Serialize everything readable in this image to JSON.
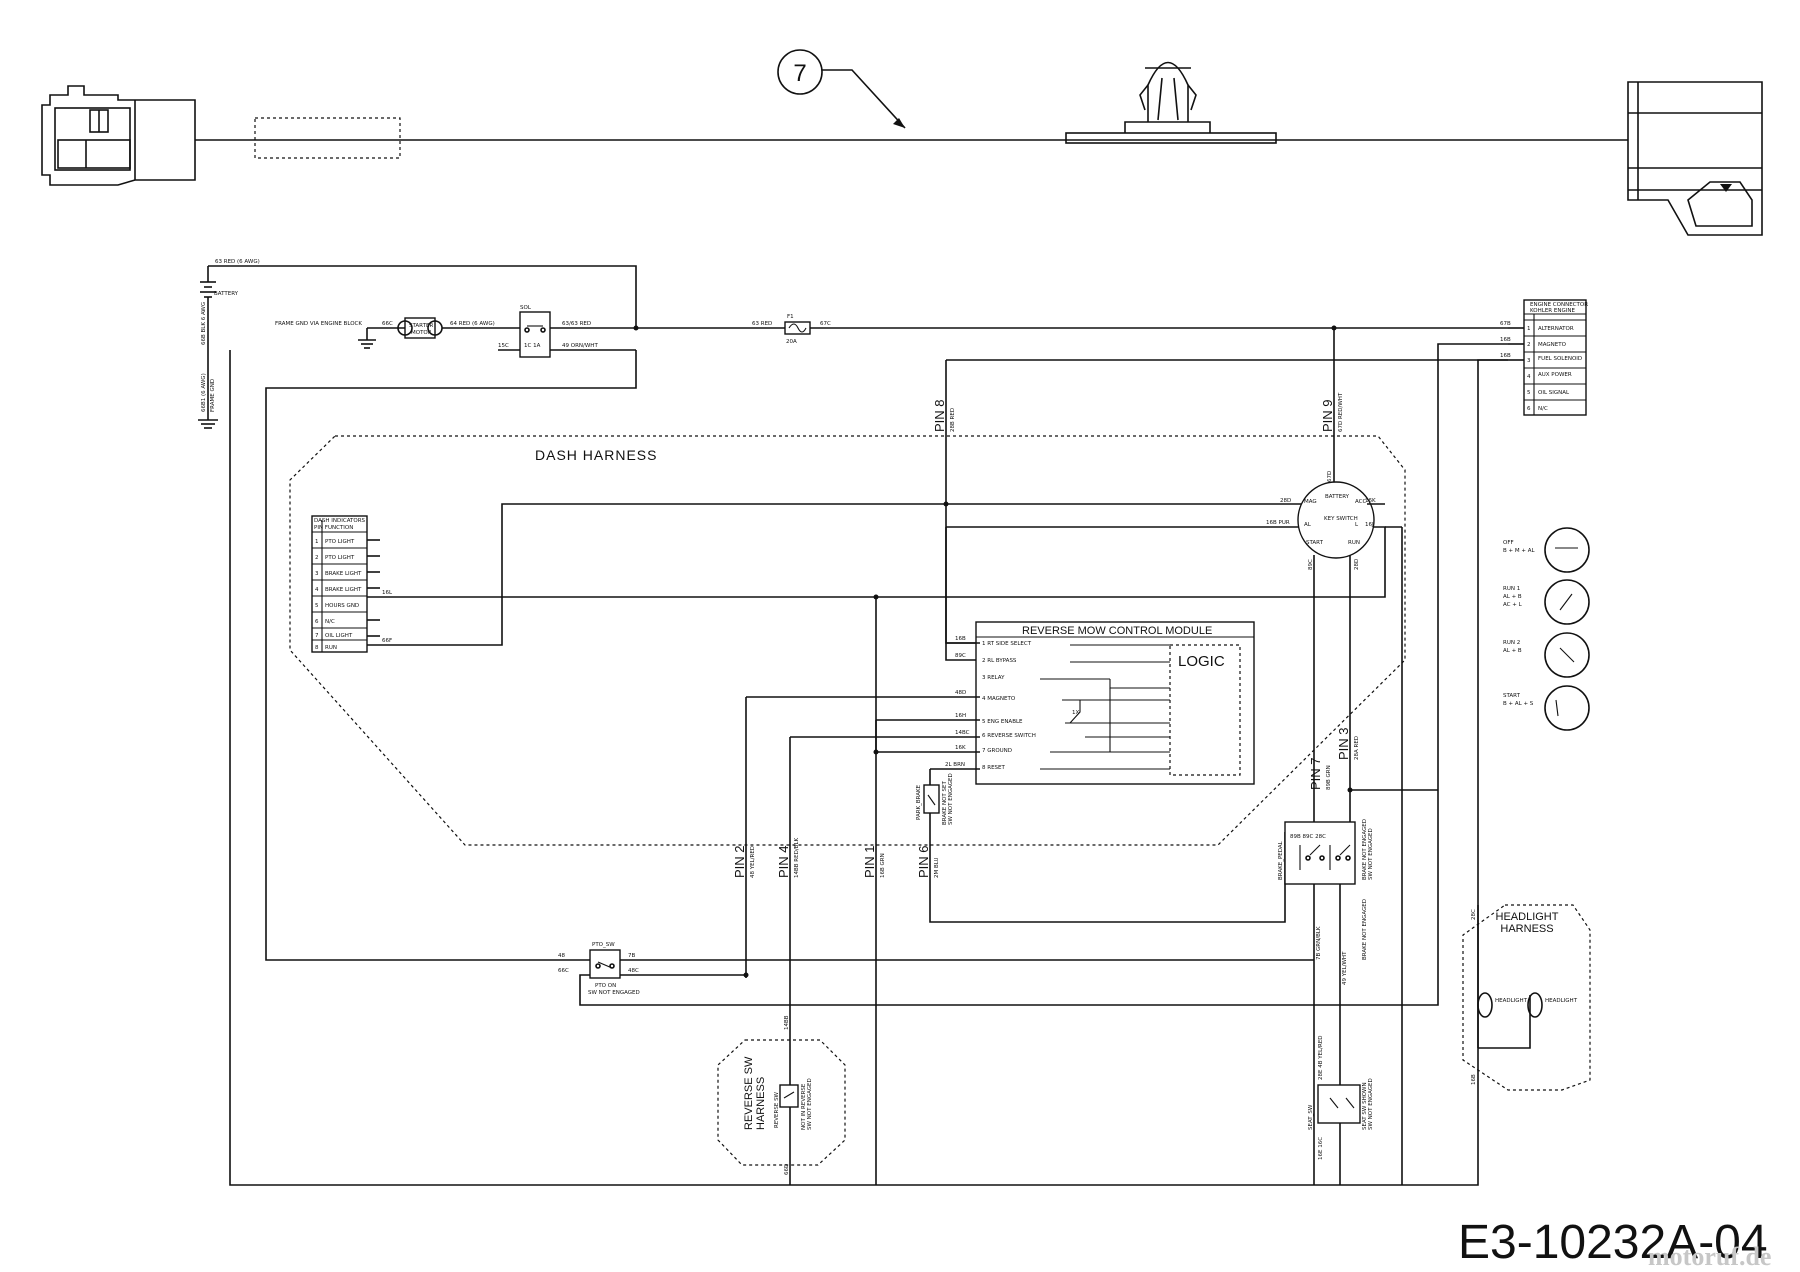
{
  "callout_number": "7",
  "dash_harness_label": "DASH HARNESS",
  "module_title": "REVERSE MOW CONTROL MODULE",
  "logic_label": "LOGIC",
  "headlight_harness": [
    "HEADLIGHT",
    "HARNESS"
  ],
  "reverse_sw_harness": [
    "REVERSE SW",
    "HARNESS"
  ],
  "pins": {
    "pin8": "PIN 8",
    "pin9": "PIN 9",
    "pin7": "PIN 7",
    "pin3": "PIN 3",
    "pin2": "PIN 2",
    "pin4": "PIN 4",
    "pin1": "PIN 1",
    "pin6": "PIN 6"
  },
  "diagram_id": "E3-10232A-04",
  "watermark": "motoruf.de"
}
